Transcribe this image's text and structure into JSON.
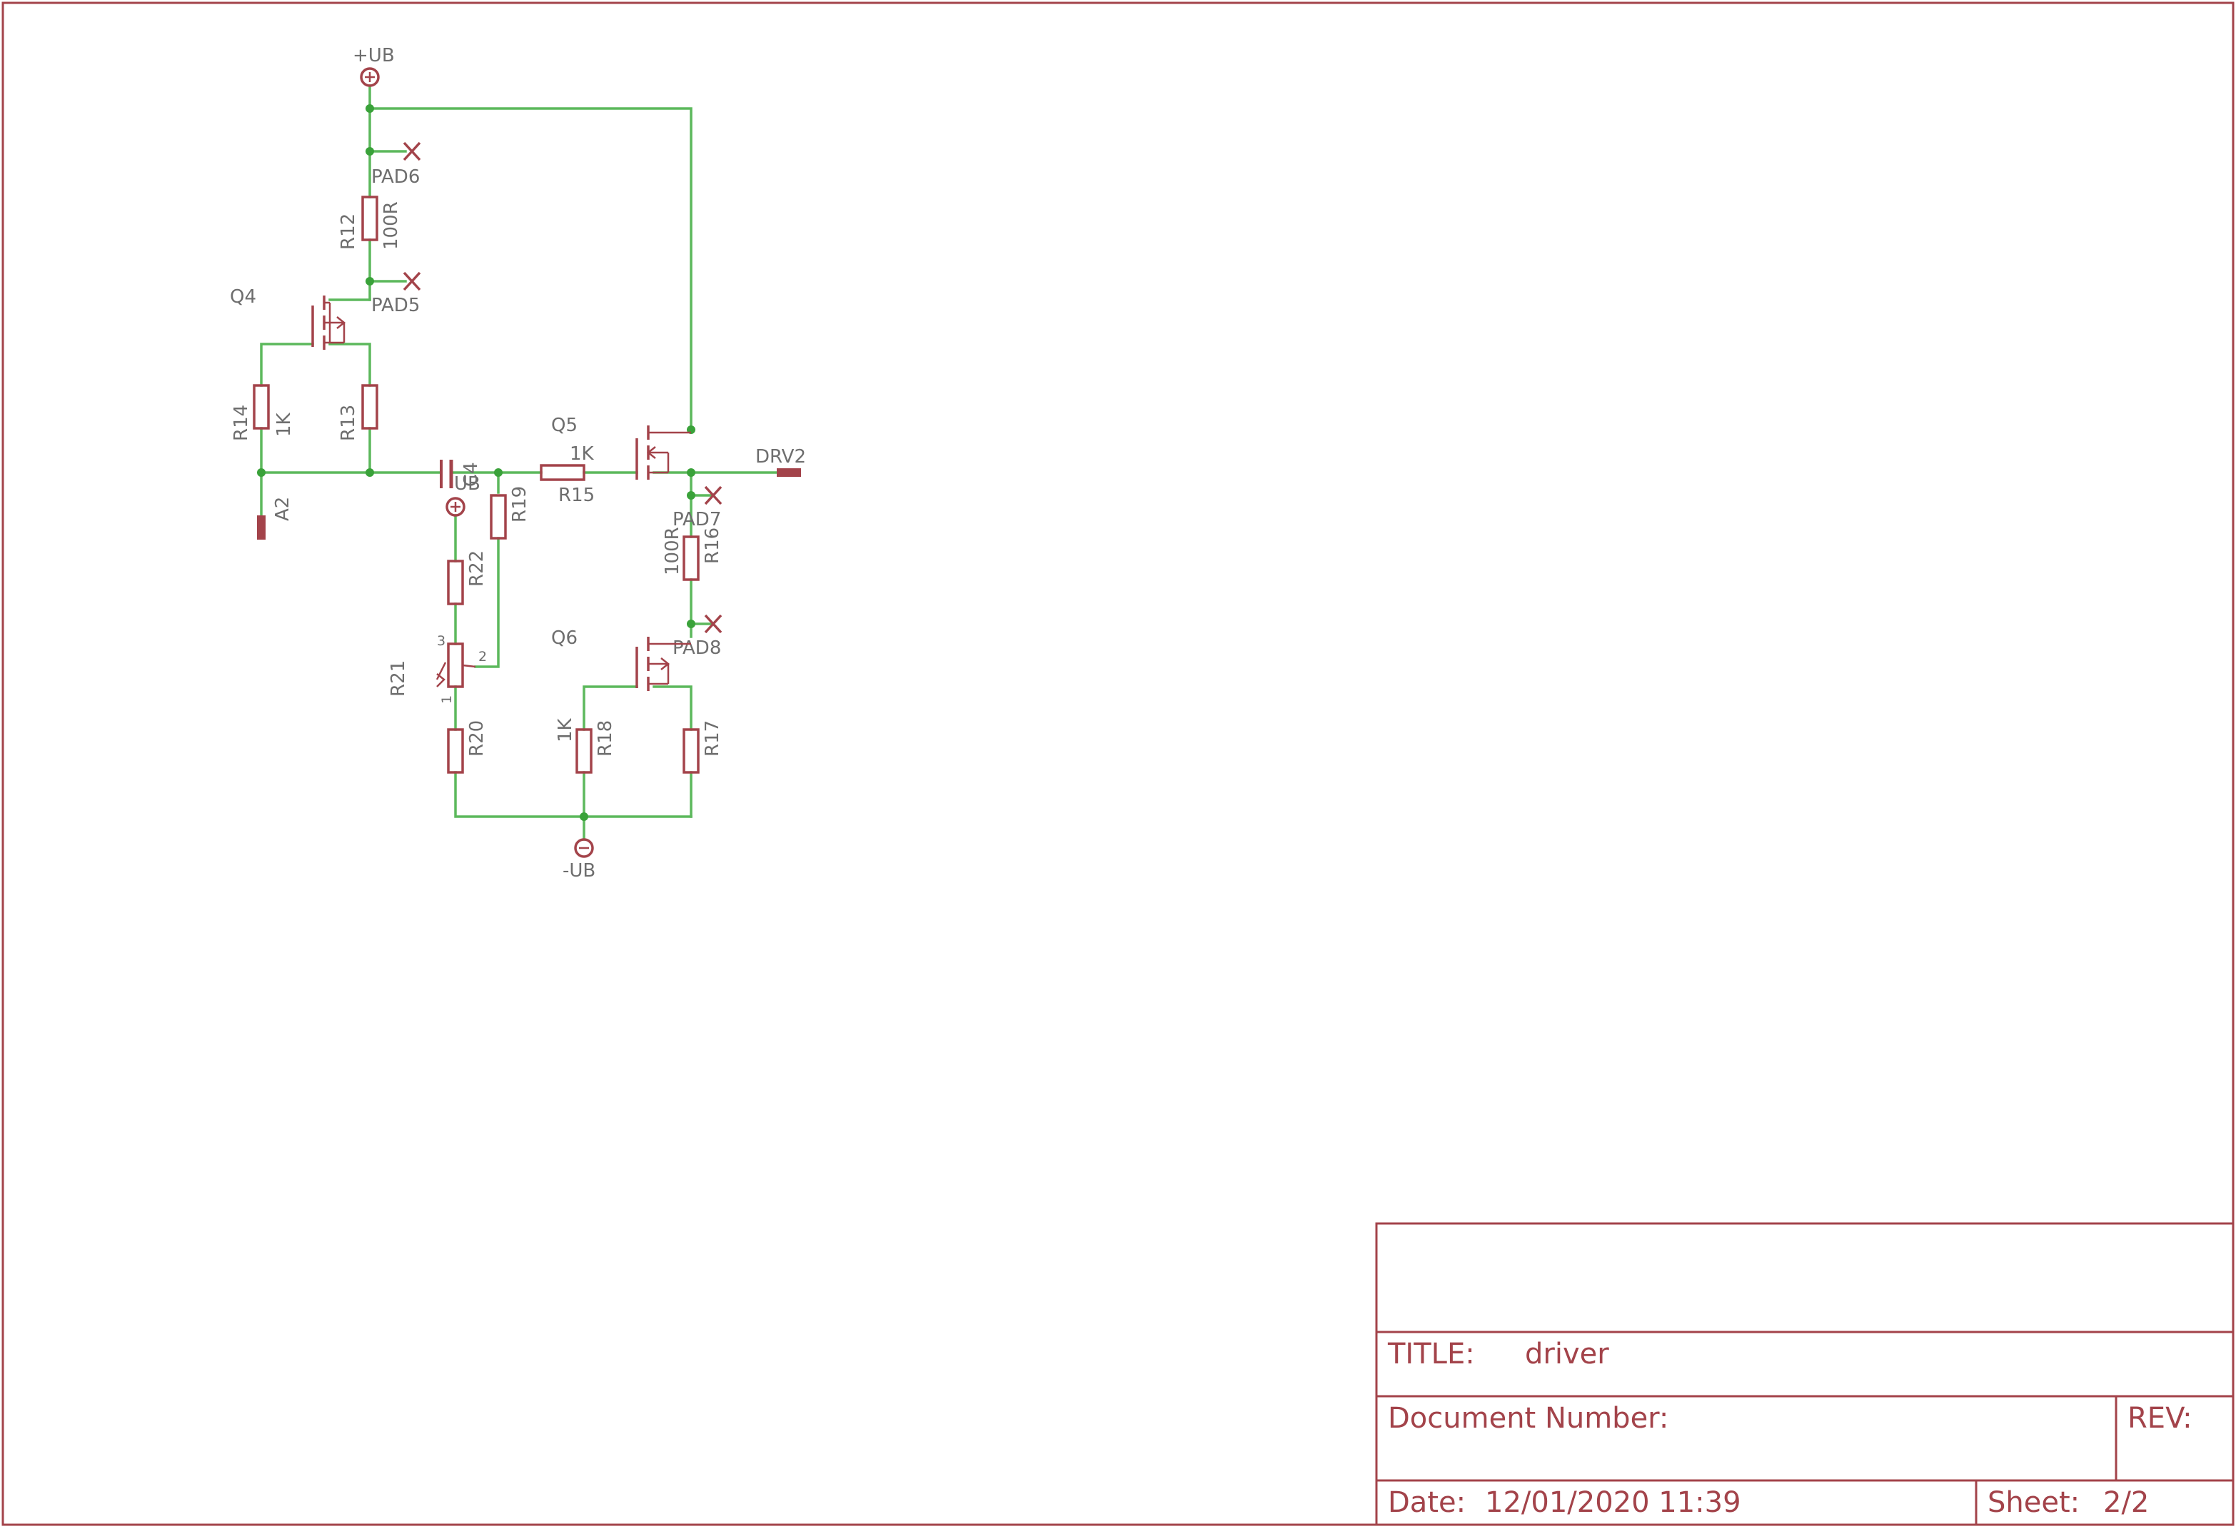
{
  "supply": {
    "pos_label": "+UB",
    "neg_label": "-UB",
    "ub_label": "UB"
  },
  "transistors": {
    "q4": "Q4",
    "q5": "Q5",
    "q6": "Q6"
  },
  "resistors": {
    "r12": {
      "name": "R12",
      "value": "100R"
    },
    "r13": {
      "name": "R13"
    },
    "r14": {
      "name": "R14",
      "value": "1K"
    },
    "r15": {
      "name": "R15",
      "value": "1K"
    },
    "r16": {
      "name": "R16",
      "value": "100R"
    },
    "r17": {
      "name": "R17"
    },
    "r18": {
      "name": "R18",
      "value": "1K"
    },
    "r19": {
      "name": "R19"
    },
    "r20": {
      "name": "R20"
    },
    "r21": {
      "name": "R21",
      "pin1": "1",
      "pin2": "2",
      "pin3": "3"
    },
    "r22": {
      "name": "R22"
    }
  },
  "capacitor": {
    "name": "C4"
  },
  "pads": {
    "pad5": "PAD5",
    "pad6": "PAD6",
    "pad7": "PAD7",
    "pad8": "PAD8"
  },
  "connectors": {
    "a2": "A2",
    "drv2": "DRV2"
  },
  "title_block": {
    "title_label": "TITLE:",
    "title_value": "driver",
    "docnum_label": "Document Number:",
    "rev_label": "REV:",
    "date_label": "Date:",
    "date_value": "12/01/2020 11:39",
    "sheet_label": "Sheet:",
    "sheet_value": "2/2"
  }
}
